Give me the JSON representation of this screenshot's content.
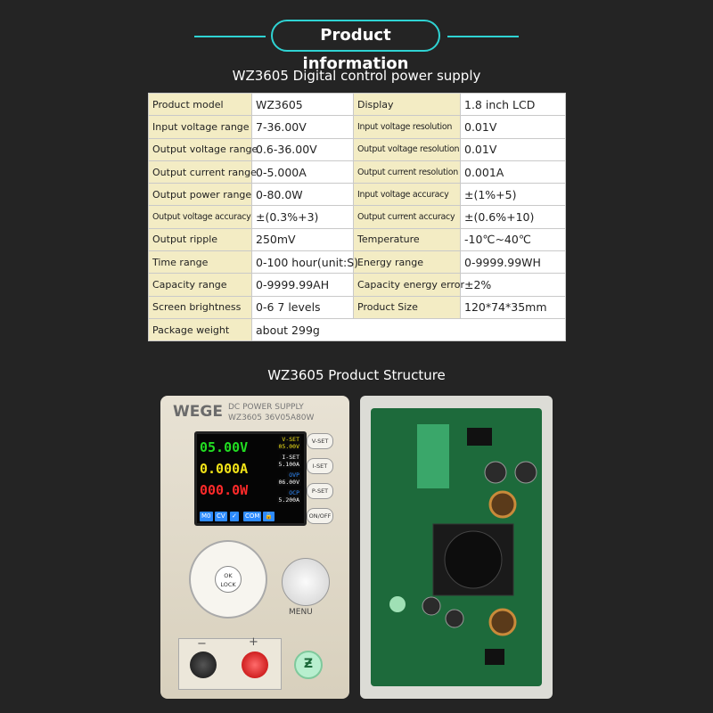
{
  "header": {
    "title": "Product information"
  },
  "spec_title": "WZ3605 Digital control power supply",
  "structure_title": "WZ3605 Product Structure",
  "specs": [
    {
      "k1": "Product model",
      "v1": "WZ3605",
      "k2": "Display",
      "v2": "1.8 inch LCD"
    },
    {
      "k1": "Input voltage range",
      "v1": "7-36.00V",
      "k2": "Input voltage resolution",
      "v2": "0.01V"
    },
    {
      "k1": "Output voltage range",
      "v1": "0.6-36.00V",
      "k2": "Output voltage resolution",
      "v2": "0.01V"
    },
    {
      "k1": "Output current range",
      "v1": "0-5.000A",
      "k2": "Output current resolution",
      "v2": "0.001A"
    },
    {
      "k1": "Output power range",
      "v1": "0-80.0W",
      "k2": "Input voltage accuracy",
      "v2": "±(1%+5)"
    },
    {
      "k1": "Output voltage accuracy",
      "v1": "±(0.3%+3)",
      "k2": "Output current accuracy",
      "v2": "±(0.6%+10)"
    },
    {
      "k1": "Output ripple",
      "v1": "250mV",
      "k2": "Temperature",
      "v2": "-10℃~40℃"
    },
    {
      "k1": "Time range",
      "v1": "0-100 hour(unit:S)",
      "k2": "Energy range",
      "v2": "0-9999.99WH"
    },
    {
      "k1": "Capacity range",
      "v1": "0-9999.99AH",
      "k2": "Capacity energy error",
      "v2": "±2%"
    },
    {
      "k1": "Screen brightness",
      "v1": "0-6 7 levels",
      "k2": "Product Size",
      "v2": "120*74*35mm"
    },
    {
      "k1": "Package weight",
      "v1": "about 299g"
    }
  ],
  "device": {
    "brand": "WEGE",
    "model_line1": "DC POWER SUPPLY",
    "model_line2": "WZ3605 36V05A80W",
    "lcd": {
      "voltage": "05.00V",
      "current": "0.000A",
      "power": "000.0W",
      "vset_label": "V-SET",
      "vset": "05.00V",
      "iset_label": "I-SET",
      "iset": "5.100A",
      "ovp_label": "OVP",
      "ovp": "06.00V",
      "ocp_label": "OCP",
      "ocp": "5.200A",
      "tag_mo": "M0",
      "tag_cv": "CV",
      "tag_check": "✓",
      "tag_com": "COM",
      "tag_lock": "🔒"
    },
    "buttons": {
      "vset": "V-SET",
      "iset": "I-SET",
      "pset": "P-SET",
      "onoff": "ON/OFF"
    },
    "ok_label": "OK",
    "lock_label": "LOCK",
    "menu_label": "MENU",
    "minus": "−",
    "plus": "+",
    "logo_glyph": "Ƶ"
  },
  "colors": {
    "accent": "#2fd3d3",
    "key_cell": "#f3ecc4",
    "lcd_voltage": "#22dd22",
    "lcd_current": "#f2e318",
    "lcd_power": "#ff2a2a",
    "lcd_set": "#2e8bff"
  }
}
